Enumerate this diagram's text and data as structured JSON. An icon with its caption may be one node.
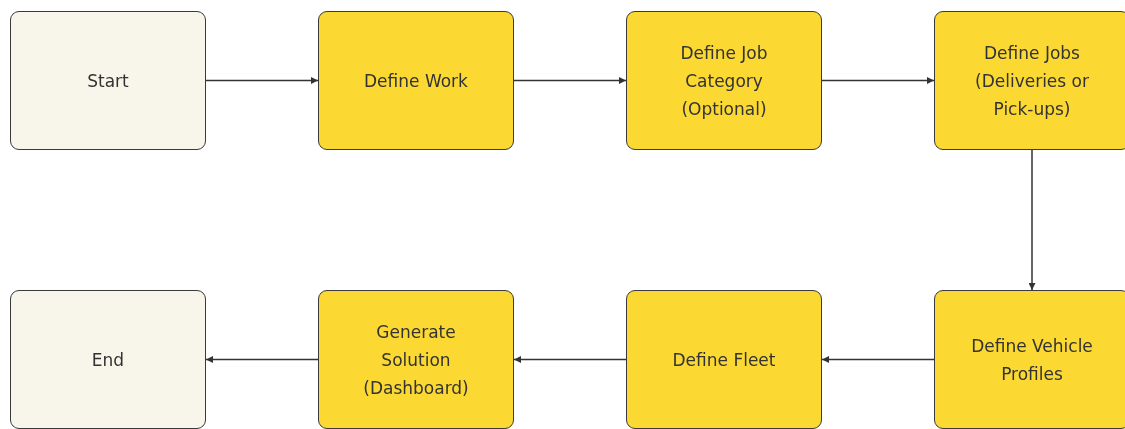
{
  "diagram": {
    "nodes": [
      {
        "text": [
          "Start"
        ]
      },
      {
        "text": [
          "Define Work"
        ]
      },
      {
        "text": [
          "Define Job Category (Optional)"
        ]
      },
      {
        "text": [
          "Define Jobs (Deliveries or Pick-ups)"
        ]
      },
      {
        "text": [
          "Define Vehicle Profiles"
        ]
      },
      {
        "text": [
          "Define Fleet"
        ]
      },
      {
        "text": [
          "Generate Solution (Dashboard)"
        ]
      },
      {
        "text": [
          "End"
        ]
      }
    ],
    "edges": [
      {
        "from": 0,
        "to": 1,
        "arrow": "to"
      },
      {
        "from": 1,
        "to": 2,
        "arrow": "to"
      },
      {
        "from": 2,
        "to": 3,
        "arrow": "to"
      },
      {
        "from": 3,
        "to": 4,
        "arrow": "to"
      },
      {
        "from": 4,
        "to": 5,
        "arrow": "to"
      },
      {
        "from": 5,
        "to": 6,
        "arrow": "to"
      },
      {
        "from": 6,
        "to": 7,
        "arrow": "to"
      }
    ]
  }
}
